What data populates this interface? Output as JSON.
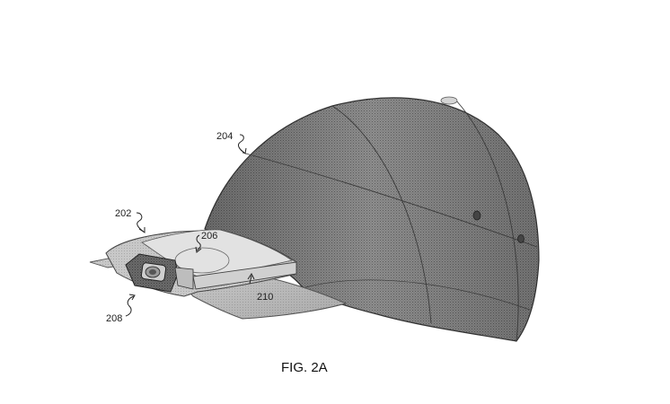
{
  "figure": {
    "caption": "FIG. 2A",
    "reference_numerals": {
      "cap": "204",
      "device": "202",
      "housing": "206",
      "camera": "208",
      "gap": "210"
    }
  }
}
